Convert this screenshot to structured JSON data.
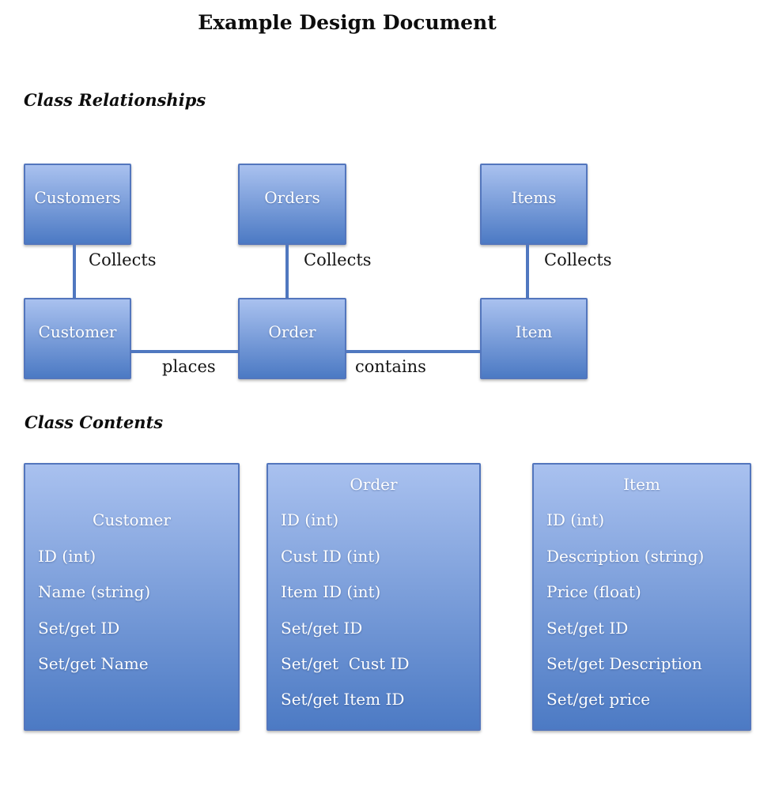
{
  "document": {
    "title": "Example Design Document",
    "section_relationships": "Class Relationships",
    "section_contents": "Class Contents"
  },
  "relationships": {
    "pairs": [
      {
        "parent": "Customers",
        "child": "Customer",
        "link_label": "Collects"
      },
      {
        "parent": "Orders",
        "child": "Order",
        "link_label": "Collects"
      },
      {
        "parent": "Items",
        "child": "Item",
        "link_label": "Collects"
      }
    ],
    "horizontal_labels": [
      "places",
      "contains"
    ]
  },
  "class_contents": [
    {
      "title": "Customer",
      "fields": [
        "ID (int)",
        "Name (string)",
        "Set/get ID",
        "Set/get Name"
      ]
    },
    {
      "title": "Order",
      "fields": [
        "ID (int)",
        "Cust ID (int)",
        "Item ID (int)",
        "Set/get ID",
        "Set/get  Cust ID",
        "Set/get Item ID"
      ]
    },
    {
      "title": "Item",
      "fields": [
        "ID (int)",
        "Description (string)",
        "Price (float)",
        "Set/get ID",
        "Set/get Description",
        "Set/get price"
      ]
    }
  ],
  "theme": {
    "box-top": "#a9c1ef",
    "box-bottom": "#4c7ac4",
    "box-border": "#5376bd",
    "connector": "#5078c0",
    "box-text": "#ffffff",
    "label-text": "#141414",
    "background": "#ffffff"
  }
}
